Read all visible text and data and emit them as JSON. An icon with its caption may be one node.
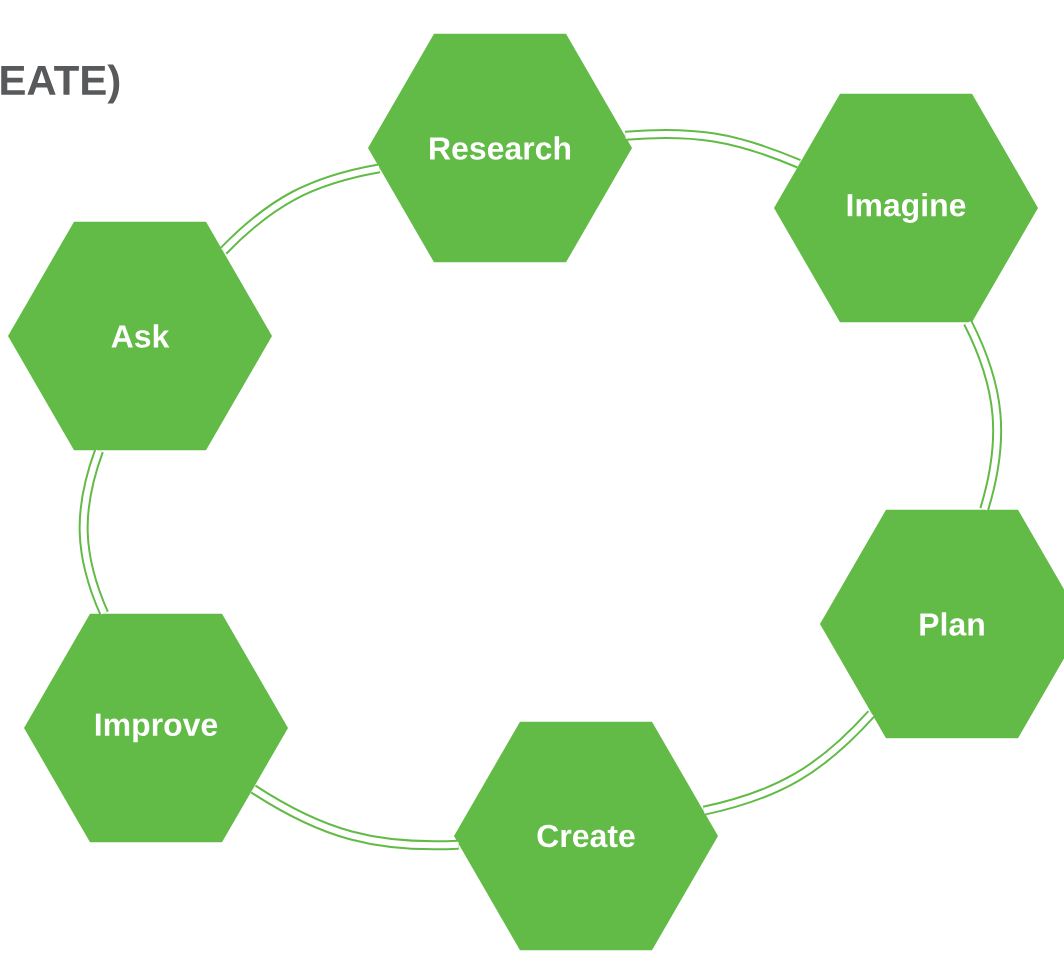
{
  "diagram": {
    "title": "EATE)",
    "nodes": [
      {
        "text": [
          "Research"
        ]
      },
      {
        "text": [
          "Imagine"
        ]
      },
      {
        "text": [
          "Ask"
        ]
      },
      {
        "text": [
          "Plan"
        ]
      },
      {
        "text": [
          "Improve"
        ]
      },
      {
        "text": [
          "Create"
        ]
      }
    ],
    "edges": [
      {
        "from": 2,
        "to": 0,
        "arrow": "none"
      },
      {
        "from": 0,
        "to": 1,
        "arrow": "none"
      },
      {
        "from": 1,
        "to": 3,
        "arrow": "none"
      },
      {
        "from": 3,
        "to": 5,
        "arrow": "none"
      },
      {
        "from": 5,
        "to": 4,
        "arrow": "none"
      },
      {
        "from": 4,
        "to": 2,
        "arrow": "none"
      }
    ]
  }
}
